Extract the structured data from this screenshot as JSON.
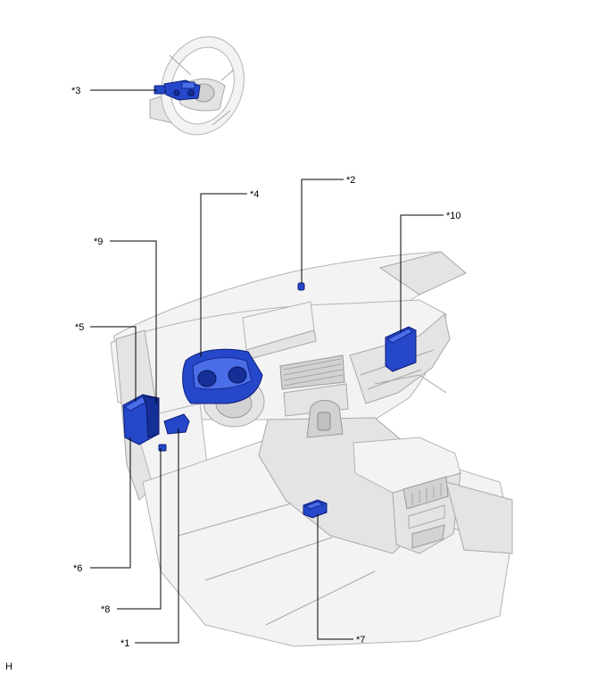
{
  "callouts": [
    {
      "id": "3",
      "text": "*3"
    },
    {
      "id": "2",
      "text": "*2"
    },
    {
      "id": "4",
      "text": "*4"
    },
    {
      "id": "9",
      "text": "*9"
    },
    {
      "id": "10",
      "text": "*10"
    },
    {
      "id": "5",
      "text": "*5"
    },
    {
      "id": "6",
      "text": "*6"
    },
    {
      "id": "8",
      "text": "*8"
    },
    {
      "id": "1",
      "text": "*1"
    },
    {
      "id": "7",
      "text": "*7"
    }
  ],
  "view_code": "H",
  "colors": {
    "component": "#2547c9",
    "interior": "#d9d9d9"
  }
}
